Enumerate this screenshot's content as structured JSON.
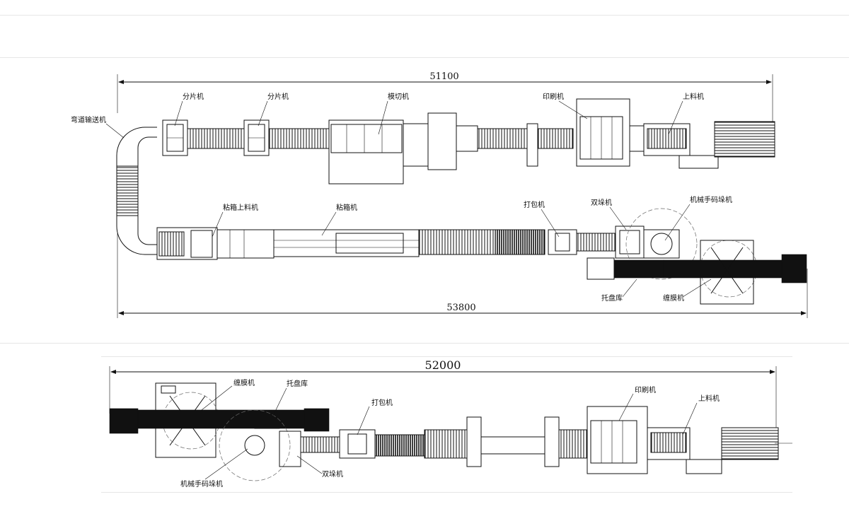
{
  "layout_top": {
    "dim_top": "51100",
    "dim_bottom": "53800",
    "labels": {
      "curve_conveyor": "弯道输送机",
      "splitter1": "分片机",
      "splitter2": "分片机",
      "die_cutter": "模切机",
      "printer": "印刷机",
      "feeder": "上料机",
      "gluer_feeder": "粘箱上料机",
      "gluer": "粘箱机",
      "bundler": "打包机",
      "double_stack": "双垛机",
      "robot_palletizer": "机械手码垛机",
      "pallet_store": "托盘库",
      "wrapper": "缠膜机"
    }
  },
  "layout_bottom": {
    "dim": "52000",
    "labels": {
      "wrapper": "缠膜机",
      "pallet_store": "托盘库",
      "bundler": "打包机",
      "robot_palletizer": "机械手码垛机",
      "double_stack": "双垛机",
      "printer": "印刷机",
      "feeder": "上料机"
    }
  }
}
